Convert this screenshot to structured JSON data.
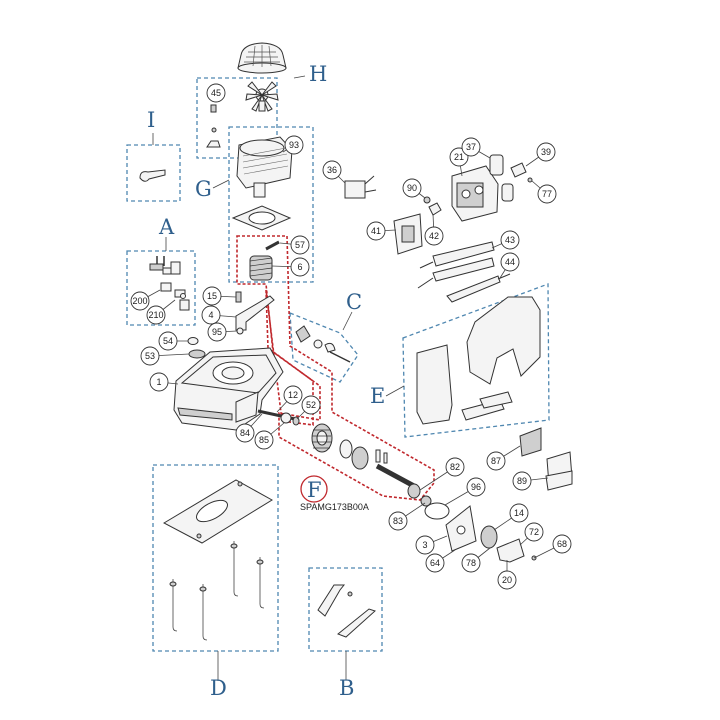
{
  "groups": {
    "A": "A",
    "B": "B",
    "C": "C",
    "D": "D",
    "E": "E",
    "F": "F",
    "G": "G",
    "H": "H",
    "I": "I"
  },
  "kit_code": "SPAMG173B00A",
  "callouts": {
    "n1": "1",
    "n3": "3",
    "n4": "4",
    "n6": "6",
    "n12": "12",
    "n14": "14",
    "n15": "15",
    "n20": "20",
    "n21": "21",
    "n36": "36",
    "n37": "37",
    "n39": "39",
    "n41": "41",
    "n42": "42",
    "n43": "43",
    "n44": "44",
    "n45": "45",
    "n52": "52",
    "n53": "53",
    "n54": "54",
    "n57": "57",
    "n64": "64",
    "n68": "68",
    "n72": "72",
    "n77": "77",
    "n78": "78",
    "n82": "82",
    "n83": "83",
    "n84": "84",
    "n85": "85",
    "n87": "87",
    "n89": "89",
    "n90": "90",
    "n93": "93",
    "n95": "95",
    "n96": "96",
    "n200": "200",
    "n210": "210"
  },
  "colors": {
    "group_line": "#4f87b0",
    "kit_highlight": "#c0282d",
    "group_letter": "#2f5f8c"
  }
}
